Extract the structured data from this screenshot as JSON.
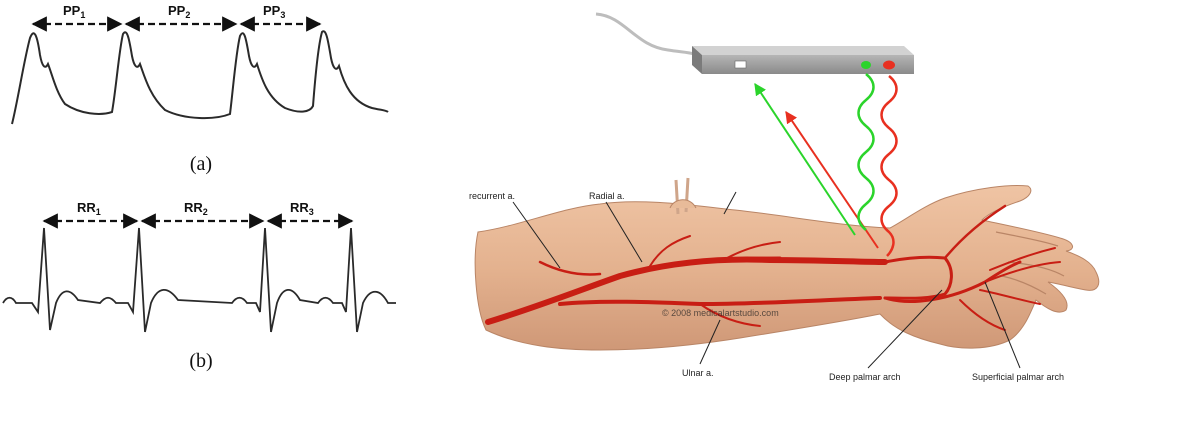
{
  "panel_a": {
    "intervals": [
      "PP",
      "PP",
      "PP"
    ],
    "subscripts": [
      "1",
      "2",
      "3"
    ],
    "caption": "(a)"
  },
  "panel_b": {
    "intervals": [
      "RR",
      "RR",
      "RR"
    ],
    "subscripts": [
      "1",
      "2",
      "3"
    ],
    "caption": "(b)"
  },
  "anatomy": {
    "labels": {
      "recurrent": "recurrent a.",
      "radial": "Radial a.",
      "ulnar": "Ulnar a.",
      "deep_arch": "Deep palmar arch",
      "superficial_arch": "Superficial palmar arch"
    },
    "watermark": "© 2008 medicalartstudio.com"
  },
  "colors": {
    "trace": "#2a2a2a",
    "skin": "#e2b08e",
    "artery": "#c81e14",
    "led_green": "#2bd42b",
    "led_red": "#e83020",
    "sensor": "#9a9a9a"
  }
}
